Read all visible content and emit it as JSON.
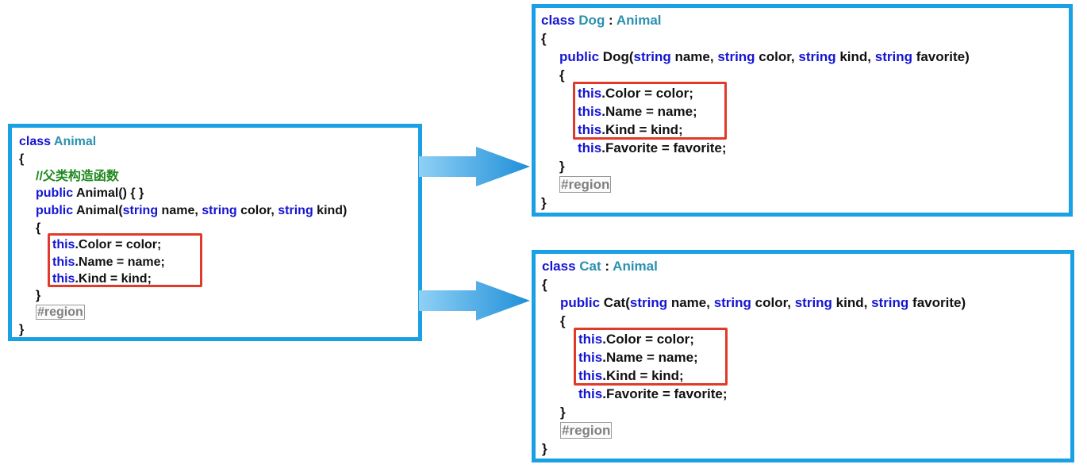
{
  "keywords": {
    "class": "class",
    "public": "public",
    "string": "string",
    "this": "this"
  },
  "animal": {
    "class_name": "Animal",
    "open_brace": "{",
    "close_brace": "}",
    "comment": "//父类构造函数",
    "ctor_default": "Animal() { }",
    "ctor_name": "Animal(",
    "param_name": " name, ",
    "param_color": " color, ",
    "param_kind_end": " kind)",
    "body_lines": [
      {
        "rest": ".Color = color;"
      },
      {
        "rest": ".Name = name;"
      },
      {
        "rest": ".Kind = kind;"
      }
    ],
    "region": "#region"
  },
  "dog": {
    "class_name": "Dog",
    "colon": " : ",
    "base_name": "Animal",
    "ctor_name": "Dog(",
    "param_name": " name, ",
    "param_color": " color, ",
    "param_kind": " kind, ",
    "param_favorite_end": " favorite)",
    "body_lines": [
      {
        "rest": ".Color = color;"
      },
      {
        "rest": ".Name = name;"
      },
      {
        "rest": ".Kind = kind;"
      },
      {
        "rest": ".Favorite = favorite;"
      }
    ],
    "region": "#region"
  },
  "cat": {
    "class_name": "Cat",
    "colon": " : ",
    "base_name": "Animal",
    "ctor_name": "Cat(",
    "param_name": " name, ",
    "param_color": " color, ",
    "param_kind": " kind, ",
    "param_favorite_end": " favorite)",
    "body_lines": [
      {
        "rest": ".Color = color;"
      },
      {
        "rest": ".Name = name;"
      },
      {
        "rest": ".Kind = kind;"
      },
      {
        "rest": ".Favorite = favorite;"
      }
    ],
    "region": "#region"
  },
  "colors": {
    "box_border": "#1aa0e4",
    "highlight": "#e03a2a",
    "keyword": "#1414d2",
    "type": "#2b91af",
    "comment": "#1f8a1f",
    "arrow_light": "#7cc8f2",
    "arrow_dark": "#1f8fd8"
  }
}
